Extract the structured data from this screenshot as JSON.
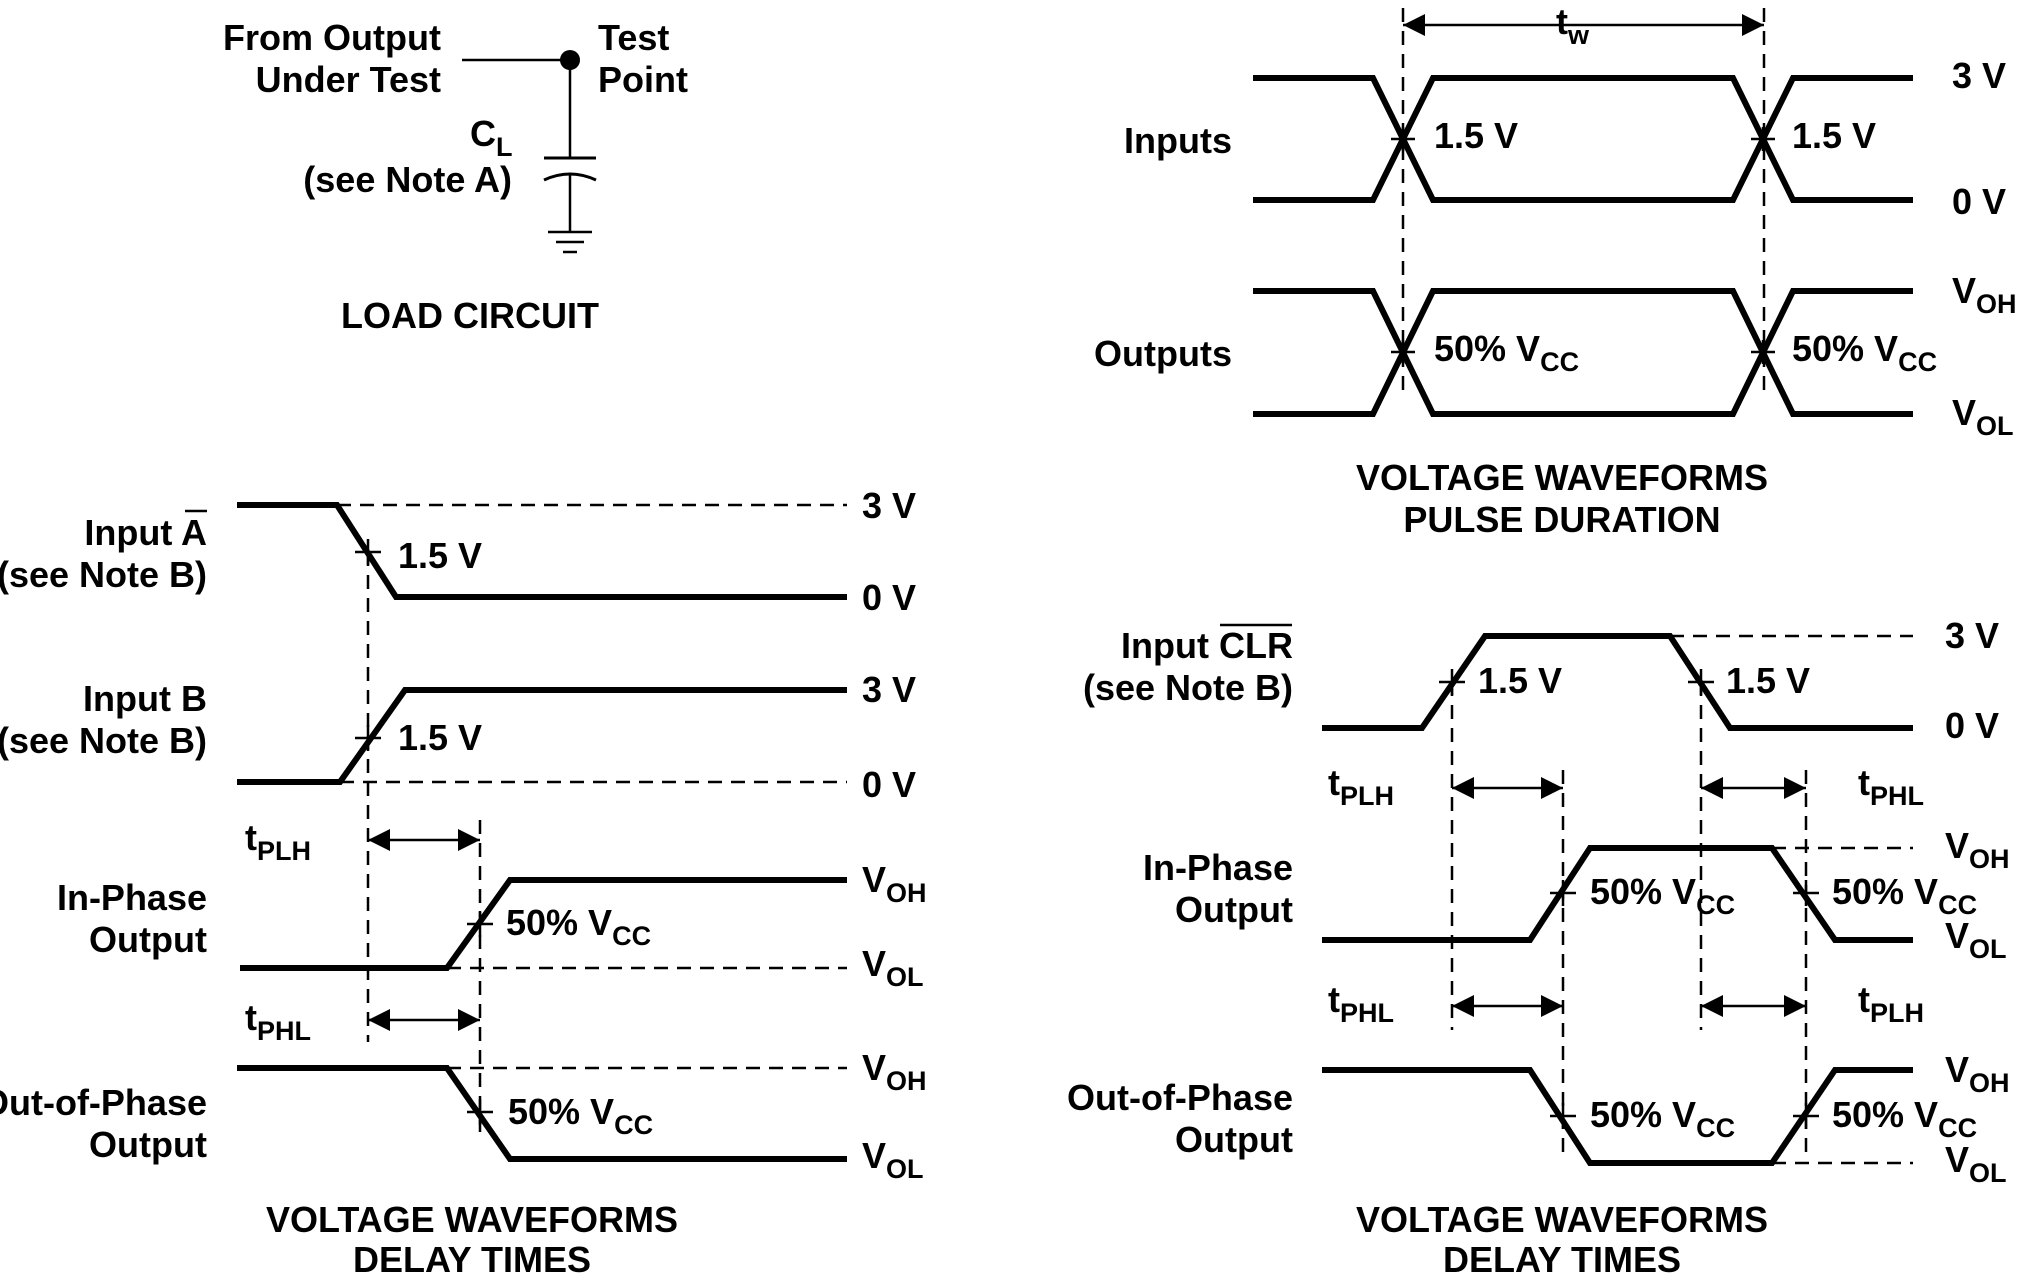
{
  "load_circuit": {
    "from_line1": "From Output",
    "from_line2": "Under Test",
    "test_line1": "Test",
    "test_line2": "Point",
    "cl": "C",
    "cl_sub": "L",
    "note": "(see Note A)",
    "title": "LOAD CIRCUIT"
  },
  "pulse_duration": {
    "tw": "t",
    "tw_sub": "w",
    "inputs_label": "Inputs",
    "outputs_label": "Outputs",
    "v3": "3 V",
    "v0": "0 V",
    "voh": "V",
    "voh_sub": "OH",
    "vol": "V",
    "vol_sub": "OL",
    "in_marker": "1.5 V",
    "out_marker": "50% V",
    "out_marker_sub": "CC",
    "title1": "VOLTAGE WAVEFORMS",
    "title2": "PULSE DURATION"
  },
  "delay_left": {
    "input_a": "Input A",
    "input_a_note": "(see Note B)",
    "input_b": "Input B",
    "input_b_note": "(see Note B)",
    "inphase1": "In-Phase",
    "inphase2": "Output",
    "outphase1": "Out-of-Phase",
    "outphase2": "Output",
    "tplh": "t",
    "tplh_sub": "PLH",
    "tphl": "t",
    "tphl_sub": "PHL",
    "v3": "3 V",
    "v0": "0 V",
    "voh": "V",
    "voh_sub": "OH",
    "vol": "V",
    "vol_sub": "OL",
    "marker": "1.5 V",
    "pct": "50% V",
    "pct_sub": "CC",
    "title1": "VOLTAGE WAVEFORMS",
    "title2": "DELAY TIMES"
  },
  "delay_right": {
    "input_clr_prefix": "Input ",
    "input_clr": "CLR",
    "input_clr_note": "(see Note B)",
    "inphase1": "In-Phase",
    "inphase2": "Output",
    "outphase1": "Out-of-Phase",
    "outphase2": "Output",
    "tplh": "t",
    "tplh_sub": "PLH",
    "tphl": "t",
    "tphl_sub": "PHL",
    "v3": "3 V",
    "v0": "0 V",
    "voh": "V",
    "voh_sub": "OH",
    "vol": "V",
    "vol_sub": "OL",
    "marker": "1.5 V",
    "pct": "50% V",
    "pct_sub": "CC",
    "title1": "VOLTAGE WAVEFORMS",
    "title2": "DELAY TIMES"
  }
}
